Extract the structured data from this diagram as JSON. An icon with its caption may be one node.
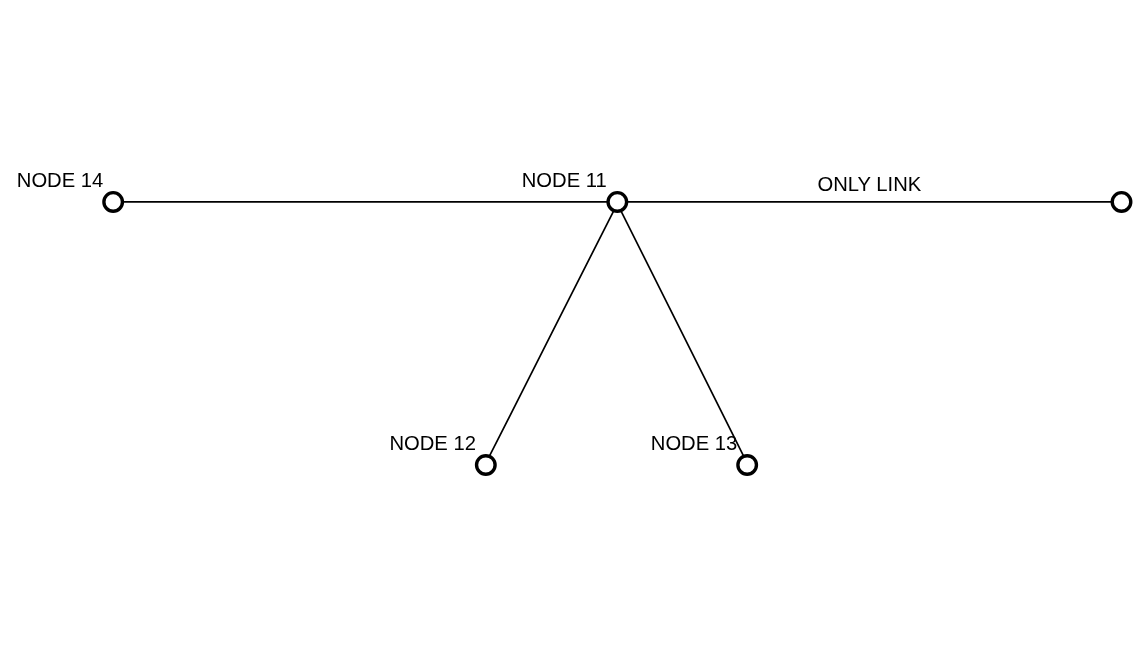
{
  "diagram": {
    "nodes": [
      {
        "text": [
          "NODE 14"
        ]
      },
      {
        "text": [
          "NODE 11"
        ]
      },
      {
        "text": [],
        "shape": "circle"
      },
      {
        "text": [
          "NODE 12"
        ]
      },
      {
        "text": [
          "NODE 13"
        ]
      }
    ],
    "edges": [
      {
        "from": 0,
        "to": 1,
        "arrow": "none"
      },
      {
        "from": 1,
        "to": 2,
        "arrow": "none",
        "label": "ONLY LINK"
      },
      {
        "from": 1,
        "to": 3,
        "arrow": "none"
      },
      {
        "from": 1,
        "to": 4,
        "arrow": "none"
      }
    ]
  }
}
